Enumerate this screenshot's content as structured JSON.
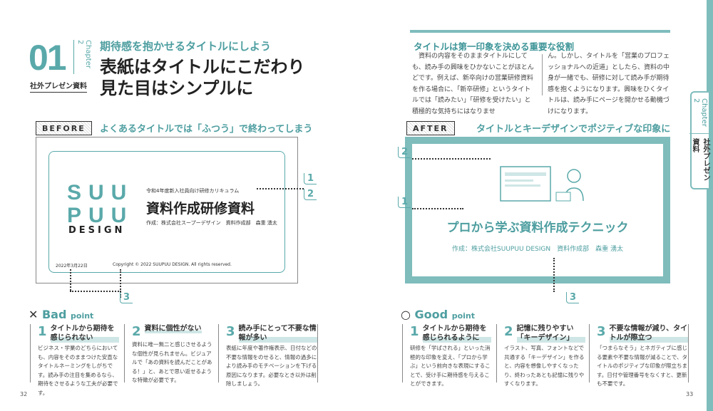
{
  "left": {
    "number": "01",
    "chapter": "Chapter 2",
    "category": "社外プレゼン資料",
    "subtitle": "期待感を抱かせるタイトルにしよう",
    "title_lines": [
      "表紙はタイトルにこだわり",
      "見た目はシンプルに"
    ],
    "page": "32"
  },
  "intro": {
    "heading": "タイトルは第一印象を決める重要な役割",
    "col1": "資料の内容をそのままタイトルにしても、読み手の興味をひかないことがほとんどです。例えば、新卒向けの営業研修資料を作る場合に、「新卒研修」というタイトルでは「読みたい」「研修を受けたい」と積極的な気持ちにはなりませ",
    "col2": "ん。しかし、タイトルを「営業のプロフェッショナルへの近道」としたら、資料の中身が一緒でも、研修に対して読み手が期待感を抱くようになります。興味をひくタイトルは、読み手にページを開かせる動機づけになります。"
  },
  "side_tab": {
    "chapter": "Chapter 2",
    "category": "社外プレゼン資料"
  },
  "before": {
    "label": "BEFORE",
    "heading": "よくあるタイトルでは「ふつう」で終わってしまう",
    "logo": [
      "SUU",
      "PUU",
      "DESIGN"
    ],
    "subtitle": "令和4年度新入社員向け研修カリキュラム",
    "title": "資料作成研修資料",
    "author": "作成：株式会社スープーデザイン　資料作成部　森重 湧太",
    "date": "2022年3月22日",
    "copyright": "Copyright © 2022 SUUPUU DESIGN. All rights reserved.",
    "callouts": [
      "1",
      "2",
      "3"
    ]
  },
  "after": {
    "label": "AFTER",
    "heading": "タイトルとキーデザインでポジティブな印象に",
    "title": "プロから学ぶ資料作成テクニック",
    "author": "作成：株式会社SUUPUU DESIGN　資料作成部　森重 湧太",
    "callouts": [
      "2",
      "1",
      "3"
    ]
  },
  "bad": {
    "mark": "✕",
    "title": "Bad",
    "suffix": "point",
    "items": [
      {
        "n": "1",
        "title": "タイトルから期待を感じられない",
        "body": "ビジネス・学業のどちらにおいても、内容をそのままつけた安直なタイトルネーミングをしがちです。読み手の注目を集めるなら、期待をさせるような工夫が必要です。"
      },
      {
        "n": "2",
        "title": "資料に個性がない",
        "body": "資料に唯一無二と感じさせるような個性が見られません。ビジュアルで「あの資料を読んだことがある！」と、あとで思い返せるような特徴が必要です。"
      },
      {
        "n": "3",
        "title": "読み手にとって不要な情報が多い",
        "body": "表紙に年度や著作権表示、日付などの不要な情報をのせると、情報の過多により読み手のモチベーションを下げる原因になります。必要なとき以外は削除しましょう。"
      }
    ]
  },
  "good": {
    "mark": "○",
    "title": "Good",
    "suffix": "point",
    "items": [
      {
        "n": "1",
        "title": "タイトルから期待を感じられるように",
        "body": "研修を「学ばされる」といった消極的な印象を変え、「プロから学ぶ」という前向きな表現にすることで、受け手に期待感を与えることができます。"
      },
      {
        "n": "2",
        "title": "記憶に残りやすい「キーデザイン」",
        "body": "イラスト、写真、フォントなどで共通する「キーデザイン」を作ると、内容を想像しやすくなったり、終わったあとも記憶に残りやすくなります。"
      },
      {
        "n": "3",
        "title": "不要な情報が減り、タイトルが際立つ",
        "body": "「つまらなそう」とネガティブに感じる要素や不要な情報が減ることで、タイトルのポジティブな印象が際立ちます。日付や管理番号をなくすと、更新も不要です。"
      }
    ]
  },
  "right_page": "33",
  "colors": {
    "accent": "#5aa9aa",
    "frame": "#7fbcbc"
  }
}
